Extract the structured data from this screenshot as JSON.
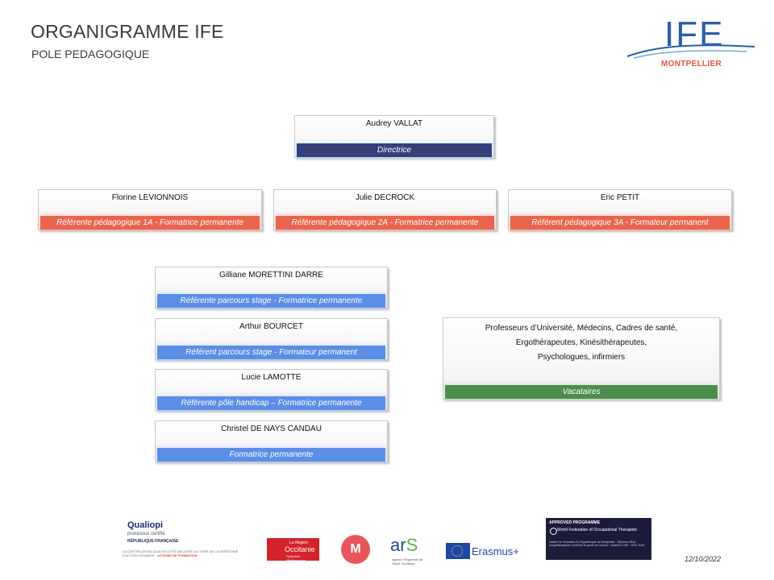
{
  "header": {
    "title": "ORGANIGRAMME IFE",
    "subtitle": "POLE PEDAGOGIQUE"
  },
  "logo": {
    "word": "IFE",
    "city": "MONTPELLIER",
    "colors": {
      "word": "#2a5ea8",
      "city": "#e8553f"
    }
  },
  "org": {
    "director": {
      "name": "Audrey VALLAT",
      "role": "Directrice"
    },
    "referents": [
      {
        "name": "Florine LEVIONNOIS",
        "role": "Référente pédagogique 1A - Formatrice permanente"
      },
      {
        "name": "Julie DECROCK",
        "role": "Référente pédagogique 2A - Formatrice permanente"
      },
      {
        "name": "Eric PETIT",
        "role": "Référent pédagogique 3A - Formateur permanent"
      }
    ],
    "staff": [
      {
        "name": "Gilliane MORETTINI DARRE",
        "role": "Référente parcours stage - Formatrice permanente"
      },
      {
        "name": "Arthur BOURCET",
        "role": "Référent parcours stage - Formateur permanent"
      },
      {
        "name": "Lucie LAMOTTE",
        "role": "Référente pôle handicap – Formatrice permanente"
      },
      {
        "name": "Christel DE NAYS CANDAU",
        "role": "Formatrice permanente"
      }
    ],
    "vacataires": {
      "lines": [
        "Professeurs d’Université, Médecins, Cadres de santé,",
        "Ergothérapeutes, Kinésithérapeutes,",
        "Psychologues, infirmiers"
      ],
      "role": "Vacataires"
    },
    "colors": {
      "navy": "#33407a",
      "orange": "#e8644c",
      "blue": "#5b8ee6",
      "green": "#4d8c4d"
    }
  },
  "footer": {
    "qualiopi": {
      "name": "Qualiopi",
      "tagline": "processus certifié",
      "republic": "RÉPUBLIQUE FRANÇAISE",
      "mention": "LA CERTIFICATION QUALITÉ A ÉTÉ DÉLIVRÉE AU TITRE DE LA CATÉGORIE D'ACTION SUIVANTE :",
      "action": "ACTIONS DE FORMATION"
    },
    "occitanie": {
      "line1": "La Région",
      "line2": "Occitanie",
      "line3": "Pyrénées · Méditerranée"
    },
    "um": "M",
    "ars": {
      "letters_left": "ar",
      "letters_right": "S",
      "caption": "Agence Régionale de Santé Occitanie"
    },
    "erasmus": "Erasmus+",
    "wfot": {
      "title": "APPROVED PROGRAMME",
      "org": "World Federation of Occupational Therapists",
      "details": "Institut De Formation En Ergothérapie de Montpellier · Diplôme d'État d'ergothérapeute conférant le grade de Licence · Système LMD · 2021-2026"
    },
    "date": "12/10/2022"
  }
}
